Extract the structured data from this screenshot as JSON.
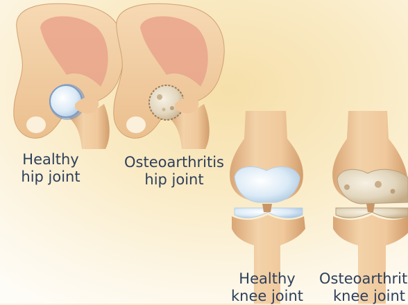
{
  "labels": {
    "hip_healthy": {
      "line1": "Healthy",
      "line2": "hip joint"
    },
    "hip_oa": {
      "line1": "Osteoarthritis",
      "line2": "hip joint"
    },
    "knee_healthy": {
      "line1": "Healthy",
      "line2": "knee joint"
    },
    "knee_oa": {
      "line1": "Osteoarthritis",
      "line2": "knee joint"
    }
  },
  "colors": {
    "bone": "#eec89b",
    "bone_shade": "#d6a374",
    "socket": "#e9a088",
    "cartilage_healthy": "#e6f1f9",
    "cartilage_damaged": "#dcd6c6",
    "label_text": "#2e3f5a"
  }
}
